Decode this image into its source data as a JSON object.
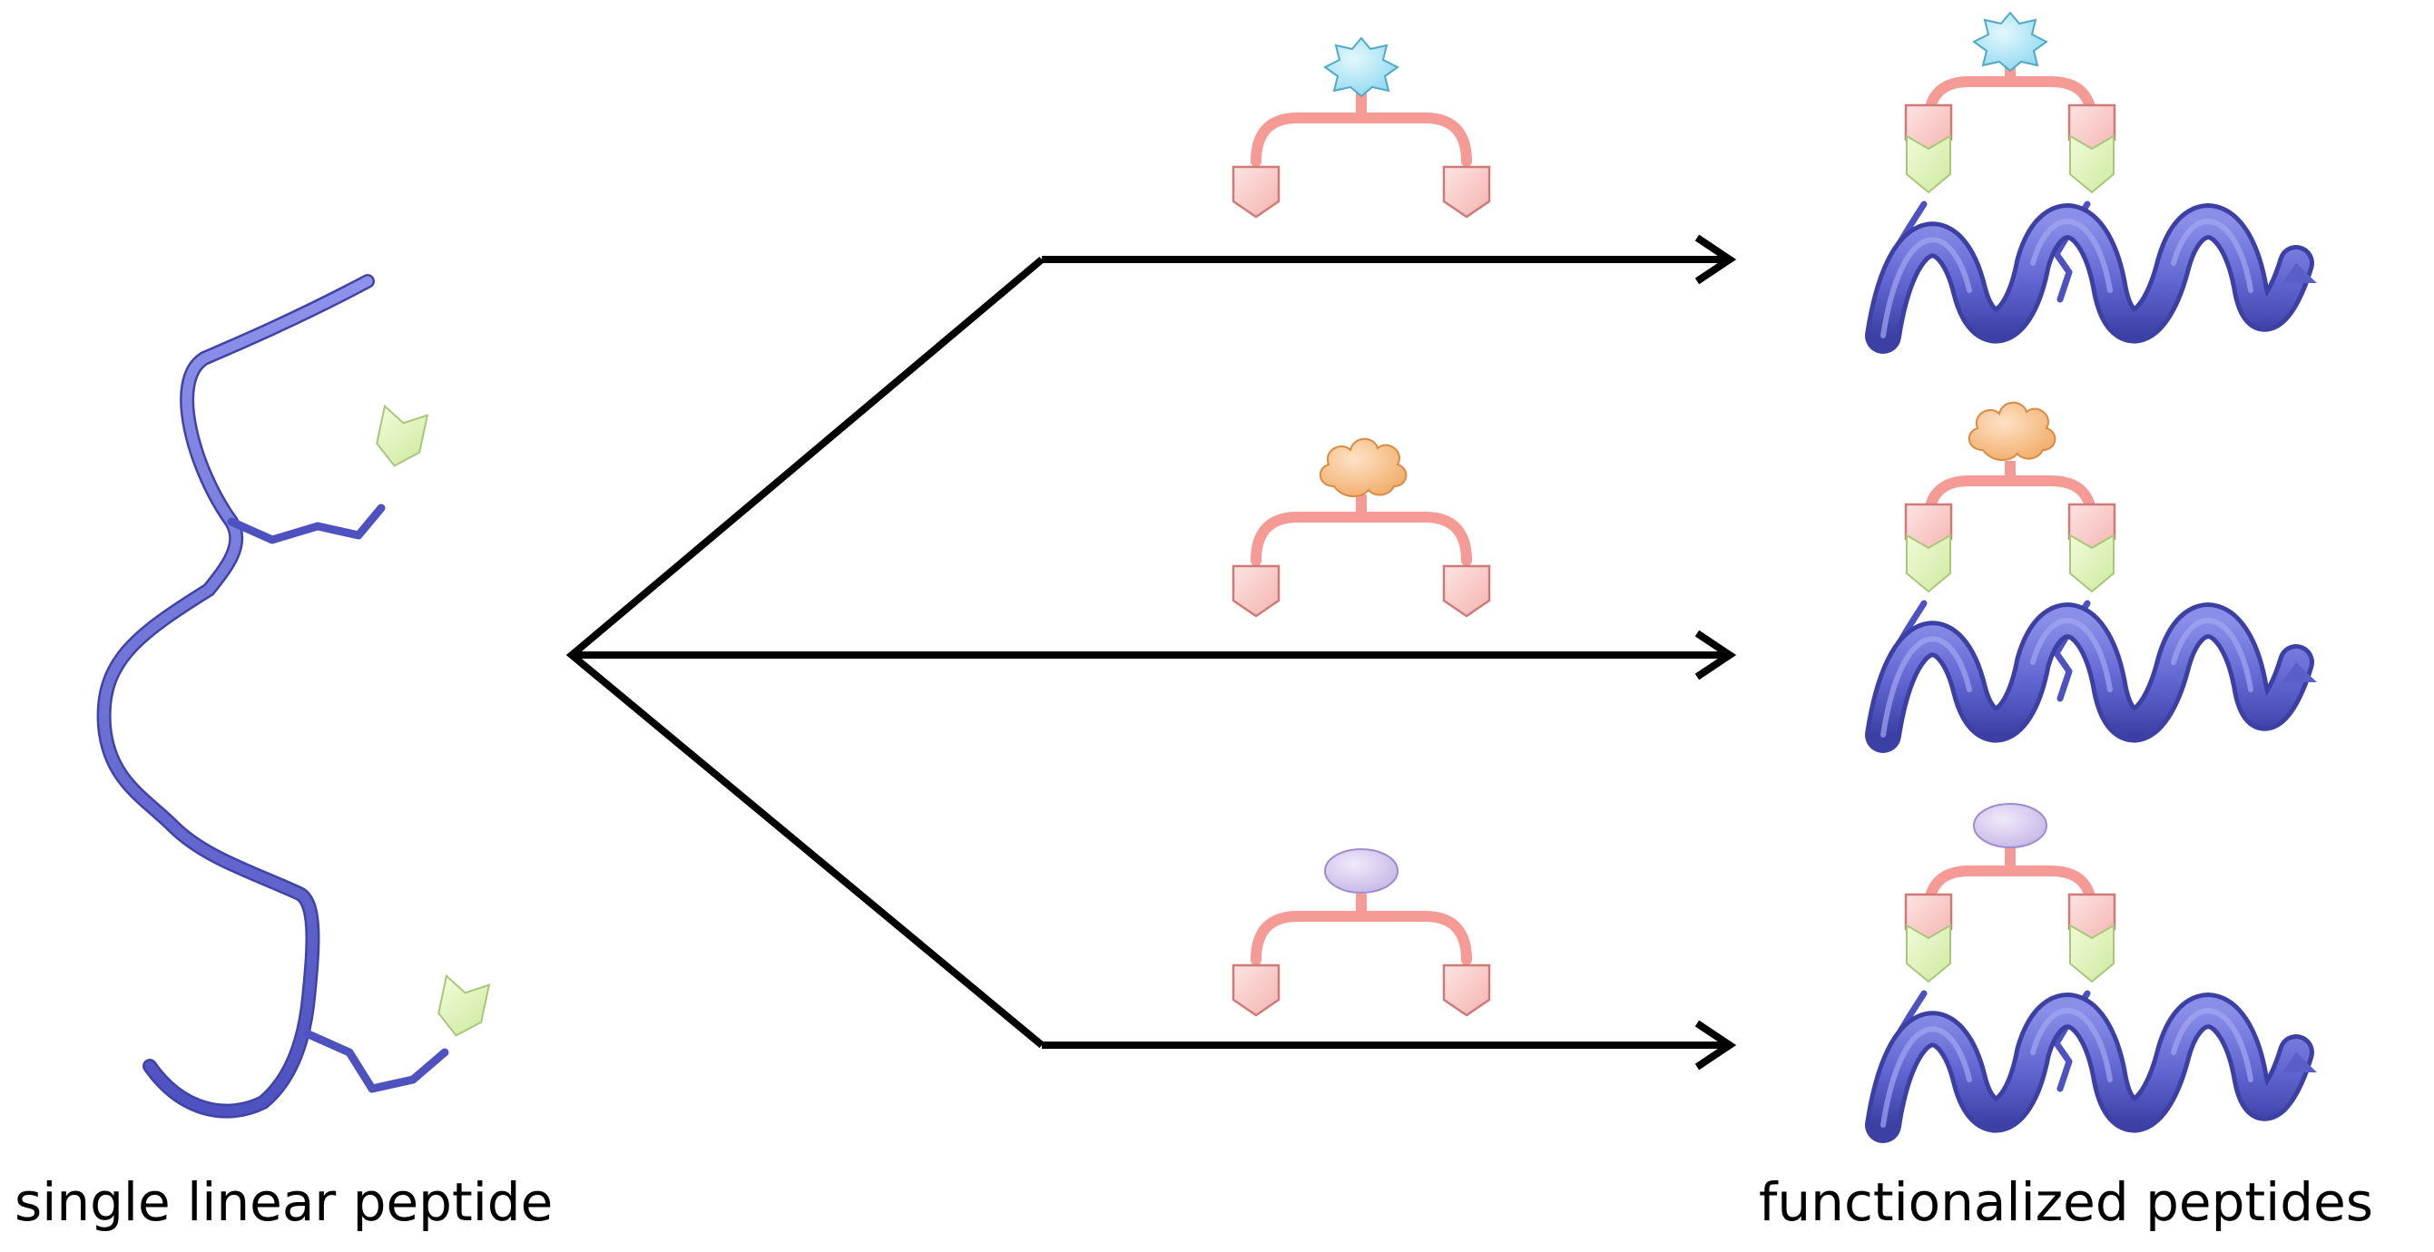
{
  "captions": {
    "left": "single linear peptide",
    "right": "functionalized peptides"
  },
  "colors": {
    "peptide": "#6b6fd6",
    "peptide_dark": "#3f43a8",
    "reactive_group": "#dff5b6",
    "reactive_group_edge": "#a9c77a",
    "linker": "#f59a95",
    "linker_end": "#f8c9c7",
    "linker_end_edge": "#cf7a76",
    "arrow": "#000000",
    "star": "#a9e4f4",
    "cloud": "#f8c48f",
    "ellipse": "#d6cbee"
  },
  "icons": {
    "star_payload": "star-icon",
    "cloud_payload": "cloud-icon",
    "ellipse_payload": "ellipse-icon"
  },
  "branches": [
    {
      "payload": "star"
    },
    {
      "payload": "cloud"
    },
    {
      "payload": "ellipse"
    }
  ]
}
